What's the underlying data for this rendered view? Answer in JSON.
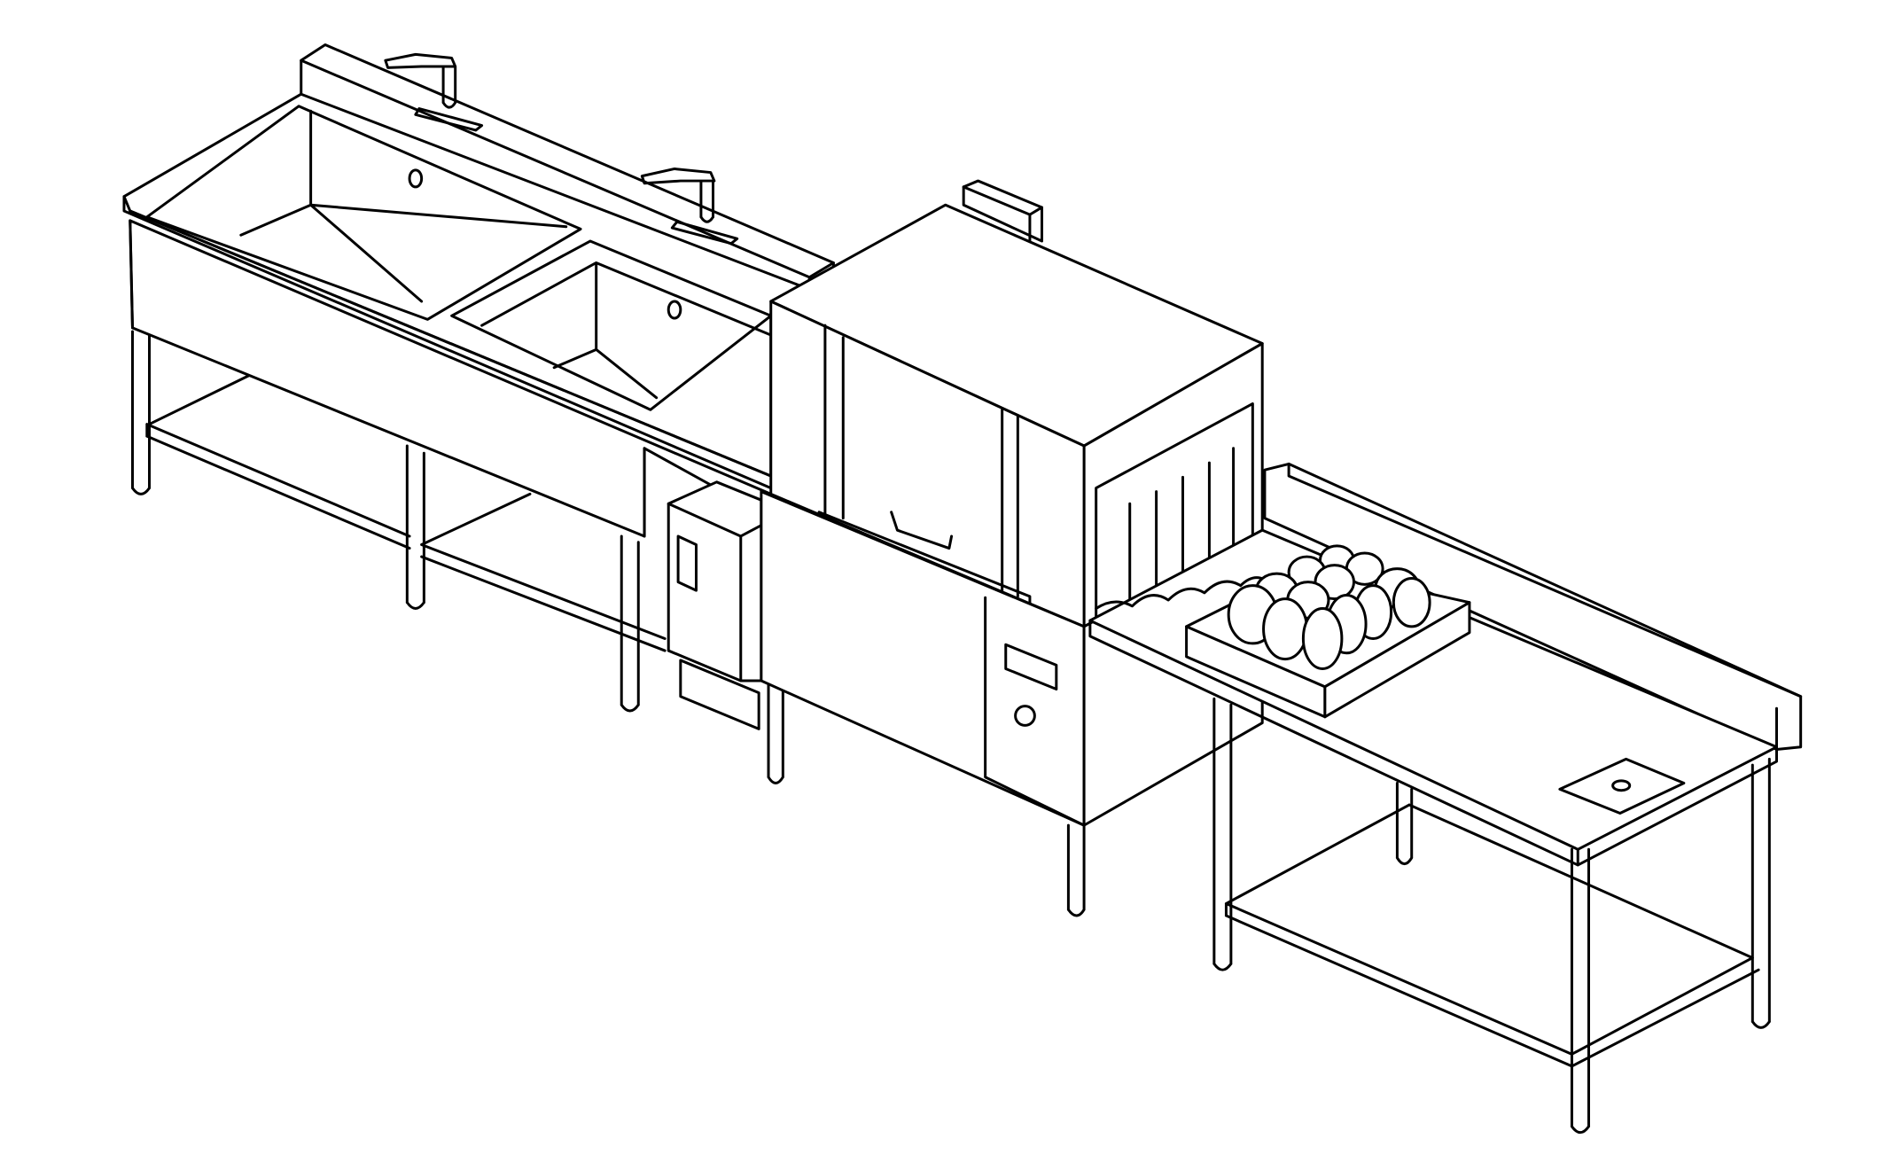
{
  "illustration": {
    "stroke_color": "#000000",
    "background_color": "#ffffff",
    "components": [
      "double-sink-table",
      "faucet",
      "faucet",
      "conveyor-dishwasher",
      "control-box",
      "outlet-table",
      "dish-rack"
    ]
  }
}
